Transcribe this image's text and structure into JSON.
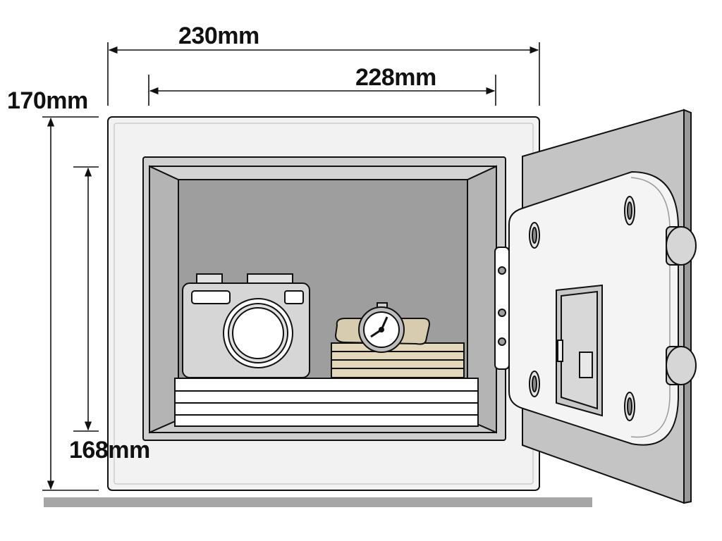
{
  "dimensions": {
    "outer_width": "230mm",
    "inner_width": "228mm",
    "outer_height": "170mm",
    "inner_height": "168mm"
  },
  "colors": {
    "outline": "#111111",
    "body": "#f2f2f2",
    "cavity_back": "#9e9e9e",
    "cavity_side": "#c8c8c8",
    "door_frame": "#c4c4c4",
    "door_panel": "#f4f4f4",
    "floor": "#a6a6a6",
    "watch_band": "#d8ccb0",
    "book": "#e4d8bc"
  },
  "icons": [
    "camera-icon",
    "watch-icon",
    "lock-keypad-icon",
    "door-handle-icon"
  ]
}
